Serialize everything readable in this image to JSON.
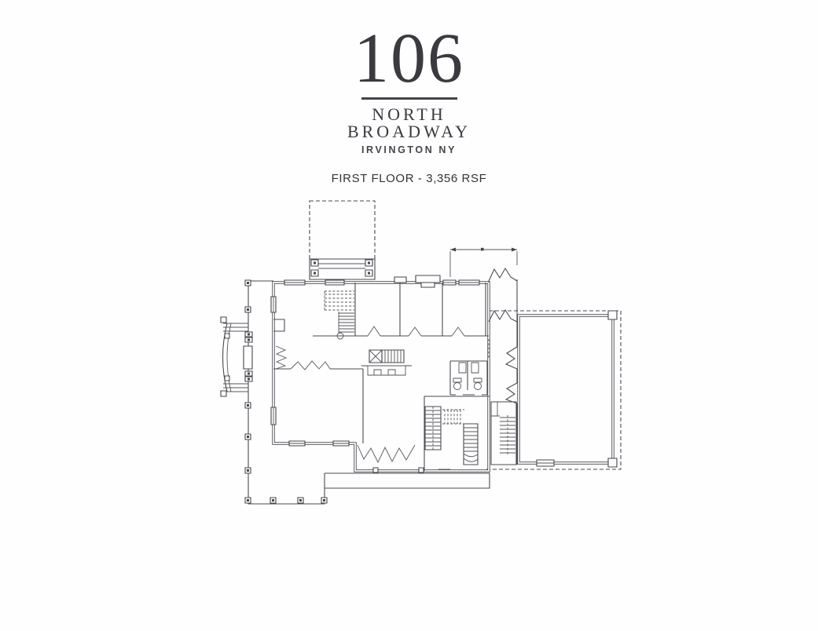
{
  "page": {
    "background_color": "#fefefe",
    "ink_color": "#4b4b52",
    "kind": "scanned real-estate floor plan sheet"
  },
  "header": {
    "address_number": "106",
    "street_line1": "NORTH",
    "street_line2": "BROADWAY",
    "city_state": "IRVINGTON NY",
    "caption": "FIRST FLOOR - 3,356 RSF"
  },
  "floor_plan": {
    "labels_in_drawing": [],
    "features": [
      "deck-outline-dashed",
      "rear-porch-with-posts",
      "main-house-outline",
      "wraparound-porch-with-columns",
      "curved-entry-steps",
      "main-staircase",
      "dumbwaiter-and-service-stair",
      "center-fireplace",
      "twin-bathrooms-with-toilets-and-sinks",
      "back-stair-cluster",
      "breezeway-with-screen-breaks",
      "garage-wing-with-roof-overhang-dashed",
      "rear-terrace",
      "front-bay-with-opening-zigzag",
      "dimension-line"
    ]
  }
}
